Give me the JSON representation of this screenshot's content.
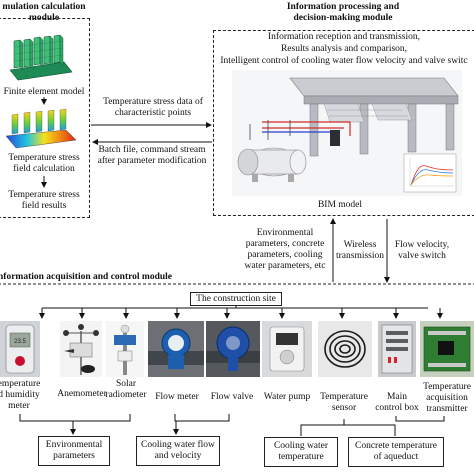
{
  "modules": {
    "simulation": {
      "title": "mulation calculation\nmodule",
      "fem_label": "Finite element model",
      "stress_calc_label": "Temperature stress\nfield calculation",
      "stress_results_label": "Temperature stress\nfield results"
    },
    "processing": {
      "title": "Information processing and\ndecision-making module",
      "line1": "Information reception and transmission,",
      "line2": "Results analysis and comparison,",
      "line3": "Intelligent control of cooling water flow velocity and valve switc",
      "bim_label": "BIM model"
    },
    "acquisition": {
      "title": "nformation acquisition and control module"
    }
  },
  "flows": {
    "to_processing": "Temperature stress data of\ncharacteristic points",
    "to_simulation": "Batch file, command stream\nafter parameter modification",
    "environmental_params": "Environmental\nparameters, concrete\nparameters, cooling\nwater parameters, etc",
    "wireless": "Wireless\ntransmission",
    "flow_valve": "Flow velocity,\nvalve switch"
  },
  "site": {
    "label": "The construction site"
  },
  "devices": [
    {
      "key": "humidity",
      "label": "emperature\nd humidity\nmeter"
    },
    {
      "key": "anemometer",
      "label": "Anemometer"
    },
    {
      "key": "radiometer",
      "label": "Solar\nradiometer"
    },
    {
      "key": "flowmeter",
      "label": "Flow meter"
    },
    {
      "key": "flowvalve",
      "label": "Flow valve"
    },
    {
      "key": "pump",
      "label": "Water pump"
    },
    {
      "key": "tempsensor",
      "label": "Temperature\nsensor"
    },
    {
      "key": "controlbox",
      "label": "Main\ncontrol box"
    },
    {
      "key": "transmitter",
      "label": "Temperature\nacquisition\ntransmitter"
    }
  ],
  "outputs": {
    "environmental": "Environmental\nparameters",
    "cooling_flow": "Cooling water flow\nand velocity",
    "cooling_temp": "Cooling water\ntemperature",
    "concrete_temp": "Concrete temperature\nof aqueduct"
  }
}
